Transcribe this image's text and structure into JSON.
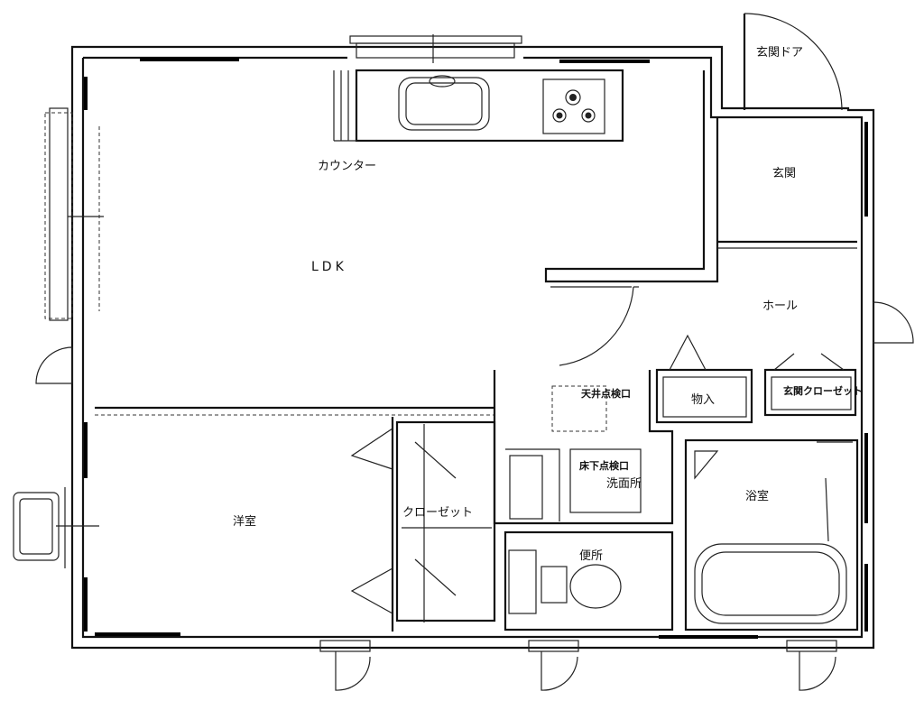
{
  "rooms": {
    "entrance_door": "玄関ドア",
    "entrance": "玄関",
    "counter": "カウンター",
    "ldk": "LDK",
    "hall": "ホール",
    "storage": "物入",
    "entrance_closet": "玄関クローゼット",
    "ceiling_hatch": "天井点検口",
    "floor_hatch": "床下点検口",
    "washroom": "洗面所",
    "bathroom": "浴室",
    "western_room": "洋室",
    "closet": "クローゼット",
    "toilet": "便所"
  }
}
